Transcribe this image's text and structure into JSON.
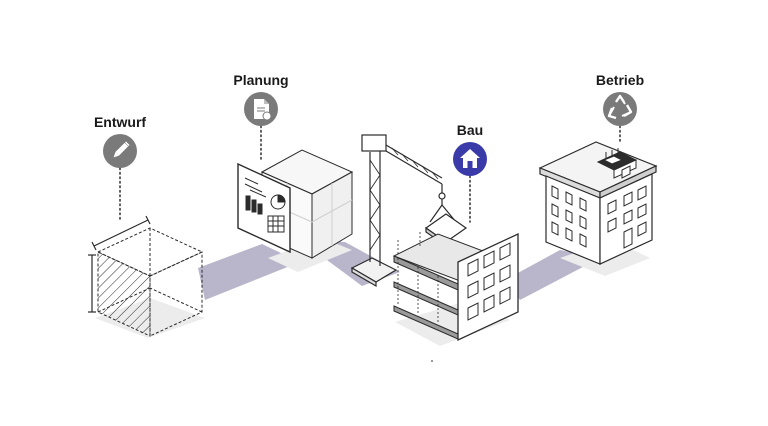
{
  "phases": [
    {
      "label": "Entwurf",
      "icon": "pencil-icon"
    },
    {
      "label": "Planung",
      "icon": "document-icon"
    },
    {
      "label": "Bau",
      "icon": "house-icon"
    },
    {
      "label": "Betrieb",
      "icon": "recycle-icon"
    }
  ],
  "colors": {
    "path": "#b9b6cc",
    "icon_gray": "#7a7a7a",
    "icon_active": "#3a3aa8",
    "line": "#2b2b2b",
    "shadow": "#ececec",
    "face_light": "#ffffff",
    "face_mid": "#f2f2f2",
    "face_dark": "#dcdcdc"
  }
}
